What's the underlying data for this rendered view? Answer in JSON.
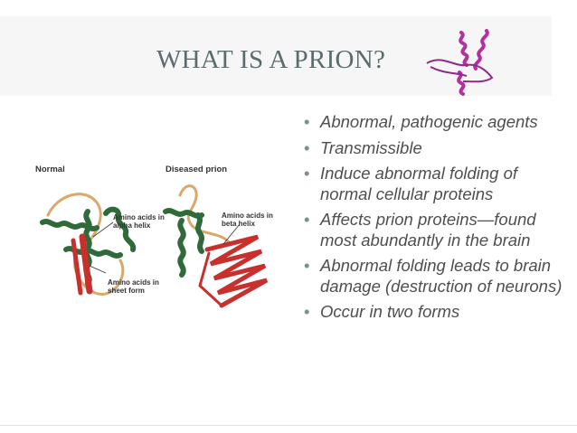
{
  "slide": {
    "title": "WHAT IS A PRION?",
    "bullets": [
      "Abnormal, pathogenic agents",
      "Transmissible",
      "Induce abnormal folding of normal cellular proteins",
      "Affects prion proteins—found most abundantly in the brain",
      "Abnormal folding leads to brain damage (destruction of neurons)",
      "Occur in two forms"
    ],
    "bullet_glyph": "•"
  },
  "figure": {
    "normal_label": "Normal",
    "diseased_label": "Diseased prion",
    "note_alpha": "Amino acids in alpha helix",
    "note_beta": "Amino acids in beta helix",
    "note_sheet": "Amino acids in sheet form"
  },
  "colors": {
    "title": "#5b6b6e",
    "helix_green": "#2f6b3a",
    "sheet_red": "#c8302e",
    "coil_tan": "#d9a86a",
    "icon_magenta": "#b2319f"
  }
}
